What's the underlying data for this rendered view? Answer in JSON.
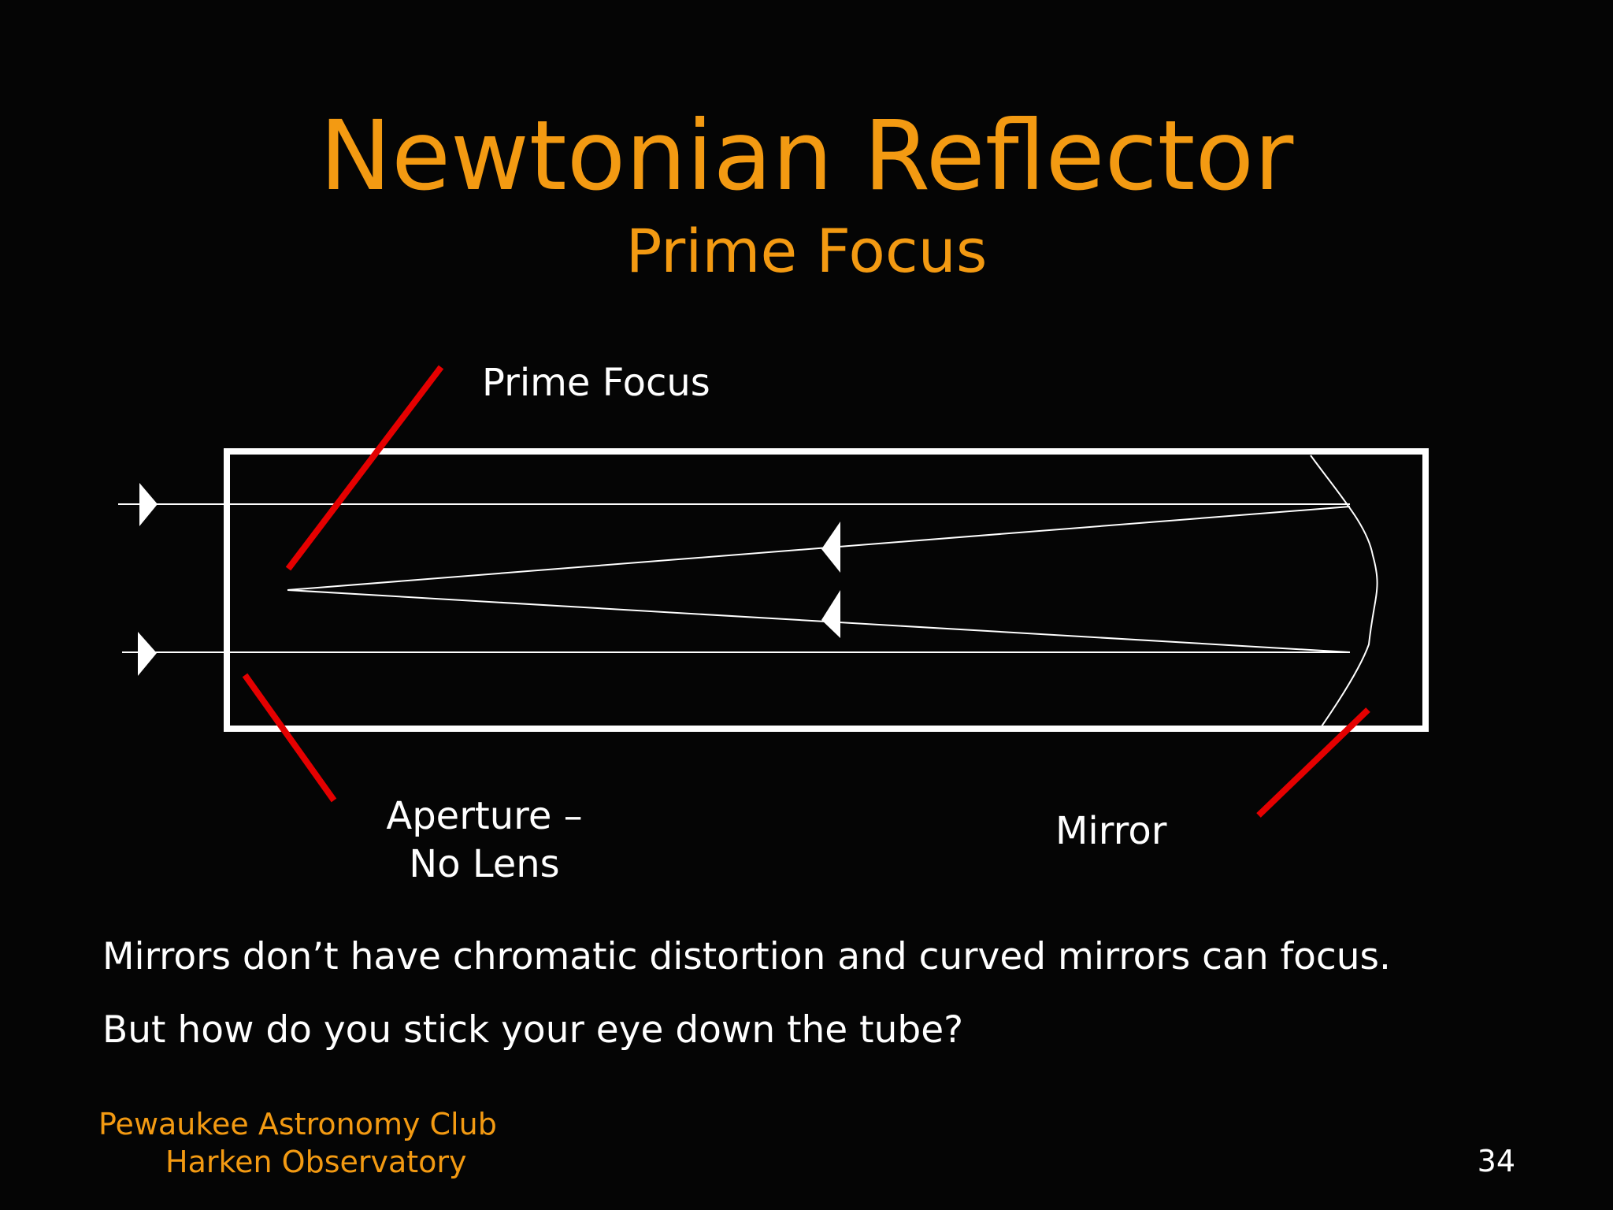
{
  "slide": {
    "title": "Newtonian Reflector",
    "subtitle": "Prime Focus",
    "background_color": "#050505",
    "accent_color": "#f39a12"
  },
  "diagram": {
    "labels": {
      "prime_focus": "Prime Focus",
      "aperture": [
        "Aperture –",
        "No Lens"
      ],
      "mirror": "Mirror"
    },
    "pointer_color": "#e50000",
    "line_color": "#ffffff"
  },
  "body": [
    "Mirrors don’t have chromatic distortion and curved mirrors can focus.",
    "But how do you stick your eye down the tube?"
  ],
  "footer": {
    "line_1": "Pewaukee Astronomy Club",
    "line_2": "Harken Observatory",
    "page_number": "34"
  }
}
